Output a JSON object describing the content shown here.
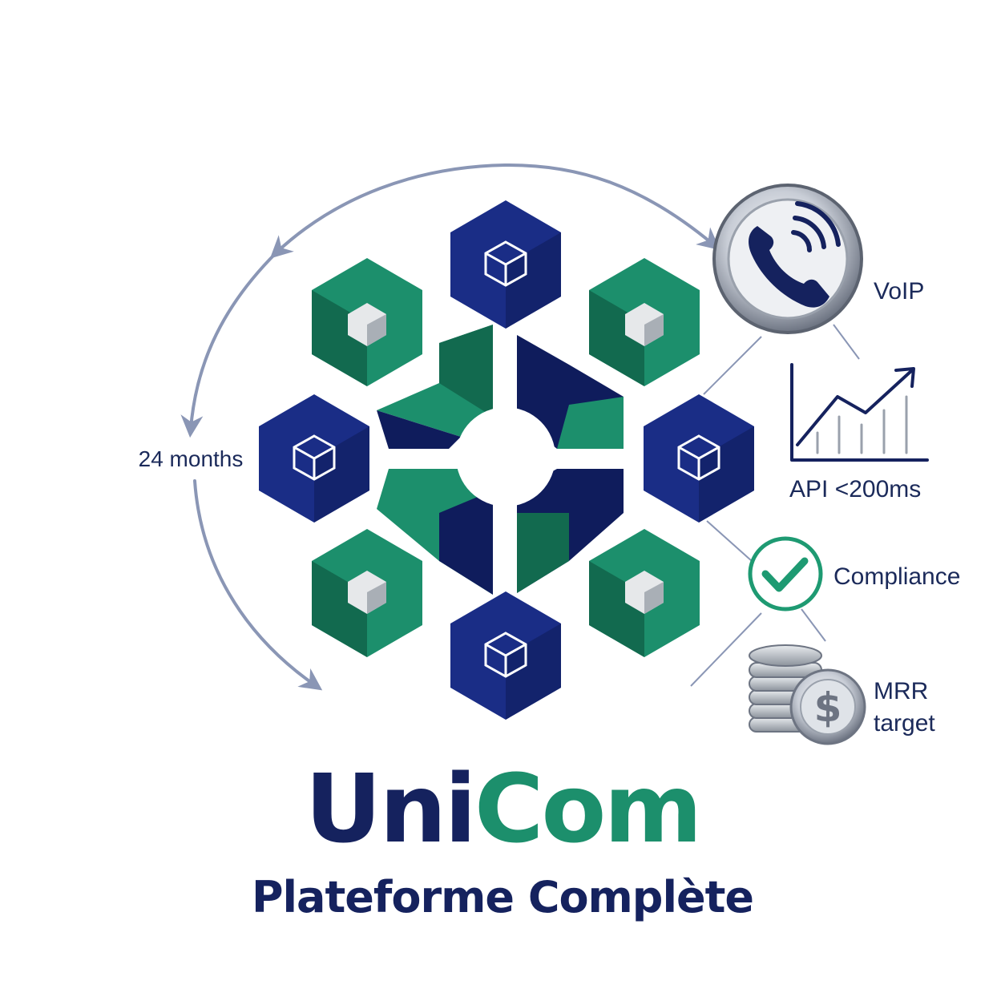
{
  "colors": {
    "navy": "#1a2d86",
    "navy_dark": "#0f1c5c",
    "green": "#1c8f6c",
    "green_dark": "#126a4f",
    "arc": "#8a96b5",
    "text": "#1b2a5a",
    "check": "#1e9a72"
  },
  "cycle": {
    "label": "24 months"
  },
  "metrics": {
    "voip": {
      "label": "VoIP",
      "icon": "phone-icon"
    },
    "api": {
      "label": "API <200ms",
      "icon": "line-chart-icon"
    },
    "compliance": {
      "label": "Compliance",
      "icon": "check-circle-icon"
    },
    "mrr": {
      "line1": "MRR",
      "line2": "target",
      "icon": "coins-icon"
    }
  },
  "brand": {
    "name_part1": "Uni",
    "name_part2": "Com",
    "tagline": "Plateforme Complète"
  }
}
